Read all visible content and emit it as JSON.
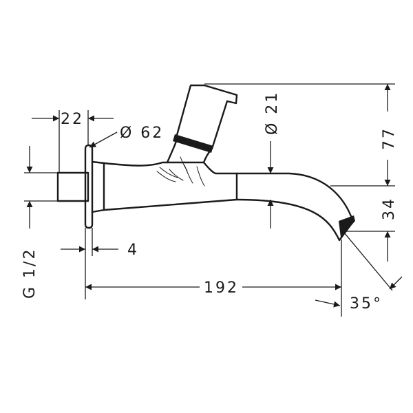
{
  "dimensions": {
    "connection_thread": "G 1/2",
    "flange_projection": "22",
    "flange_diameter": "Ø 62",
    "flange_thickness": "4",
    "spout_diameter": "Ø 21",
    "total_length": "192",
    "handle_height": "77",
    "outlet_drop": "34",
    "outlet_angle": "35°"
  }
}
